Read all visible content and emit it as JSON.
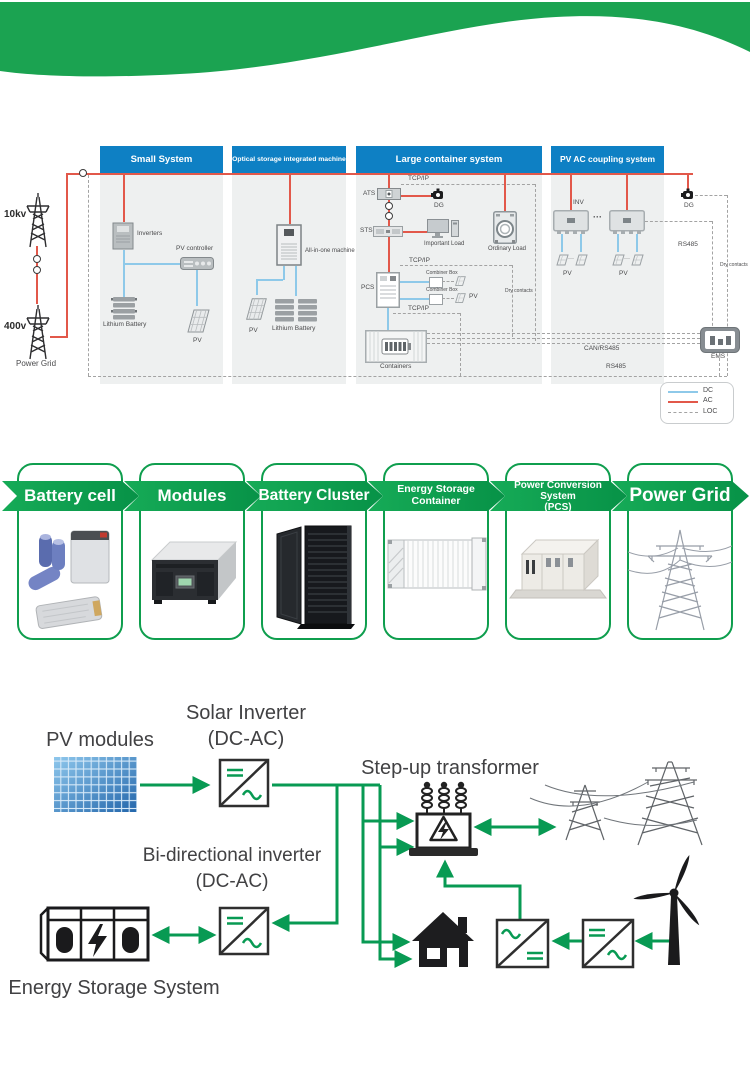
{
  "colors": {
    "brand_green": "#12a150",
    "header_blue": "#0e80c4",
    "ac_red": "#e2584a",
    "dc_blue": "#8ec9e9",
    "loc_gray": "#a3a3a3"
  },
  "top": {
    "grid": {
      "kv10": "10kv",
      "v400": "400v",
      "power_grid": "Power Grid"
    },
    "panels": {
      "p1": {
        "title": "Small System",
        "inverters": "Inverters",
        "pv_controller": "PV controller",
        "lithium_battery": "Lithium Battery",
        "pv": "PV"
      },
      "p2": {
        "title": "Optical storage integrated machine",
        "all_in_one": "All-in-one machine",
        "pv": "PV",
        "lithium_battery": "Lithium Battery"
      },
      "p3": {
        "title": "Large container system",
        "ats": "ATS",
        "tcpip_top": "TCP/IP",
        "dg": "DG",
        "sts": "STS",
        "important_load": "Important Load",
        "ordinary_load": "Ordinary Load",
        "tcpip_mid": "TCP/IP",
        "pcs": "PCS",
        "combiner_box_1": "Combiner Box",
        "combiner_box_2": "Combiner Box",
        "pv": "PV",
        "tcpip_bottom": "TCP/IP",
        "containers": "Containers",
        "dry_contacts": "Dry contacts"
      },
      "p4": {
        "title": "PV AC coupling system",
        "inv": "INV",
        "pv1": "PV",
        "pv2": "PV",
        "dots": "···"
      }
    },
    "right": {
      "dg": "DG",
      "rs485": "RS485",
      "dry_contacts": "Dry contacts",
      "ems": "EMS",
      "can_rs485": "CAN/RS485",
      "rs485_bus": "RS485"
    },
    "legend": {
      "dc": "DC",
      "ac": "AC",
      "loc": "LOC"
    }
  },
  "chain": {
    "steps": [
      {
        "label": "Battery cell"
      },
      {
        "label": "Modules"
      },
      {
        "label": "Battery Cluster"
      },
      {
        "label": "Energy Storage Container"
      },
      {
        "label": "Power Conversion System",
        "sublabel": "(PCS)"
      },
      {
        "label": "Power Grid"
      }
    ]
  },
  "flow": {
    "pv_modules": "PV modules",
    "solar_inverter": "Solar Inverter",
    "solar_inverter_sub": "(DC-AC)",
    "step_up_transformer": "Step-up transformer",
    "bidirectional_inverter": "Bi-directional inverter",
    "bidirectional_inverter_sub": "(DC-AC)",
    "energy_storage_system": "Energy Storage System"
  }
}
